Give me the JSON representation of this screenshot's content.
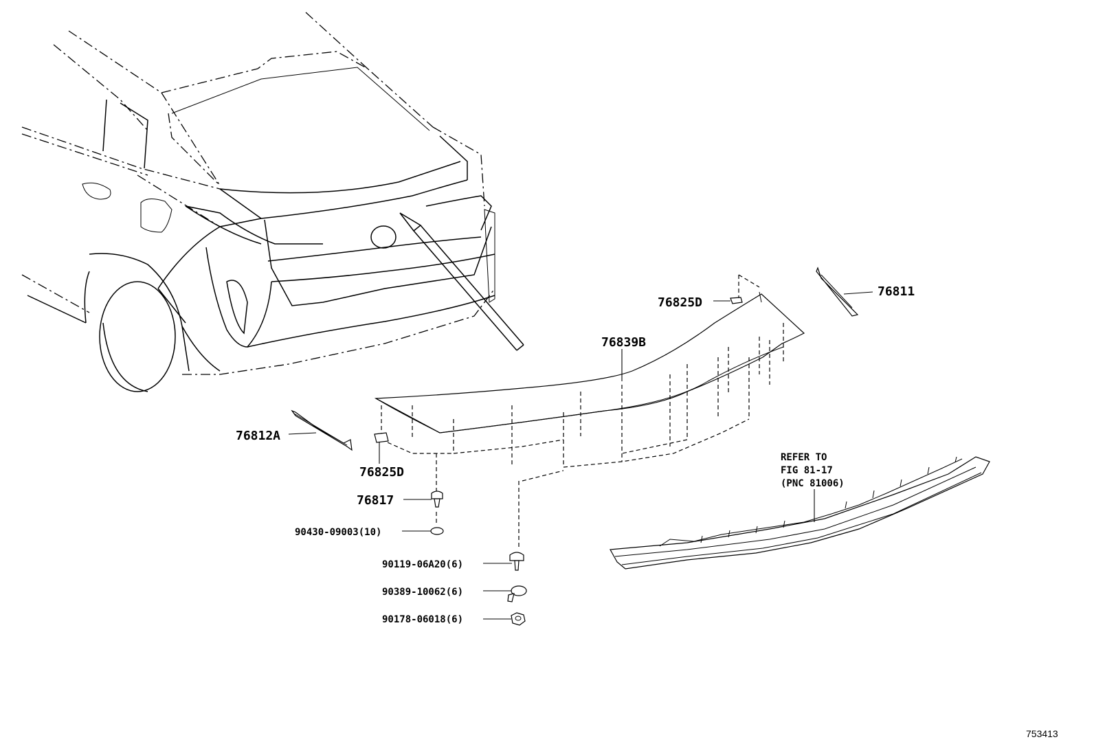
{
  "labels": {
    "p76825D_top": "76825D",
    "p76811": "76811",
    "p76839B": "76839B",
    "p76812A": "76812A",
    "p76825D_bottom": "76825D",
    "p76817": "76817",
    "p90430": "90430-09003(10)",
    "p90119": "90119-06A20(6)",
    "p90389": "90389-10062(6)",
    "p90178": "90178-06018(6)"
  },
  "reference_note": {
    "line1": "REFER TO",
    "line2": "FIG 81-17",
    "line3": "(PNC 81006)"
  },
  "figure_number": "753413"
}
